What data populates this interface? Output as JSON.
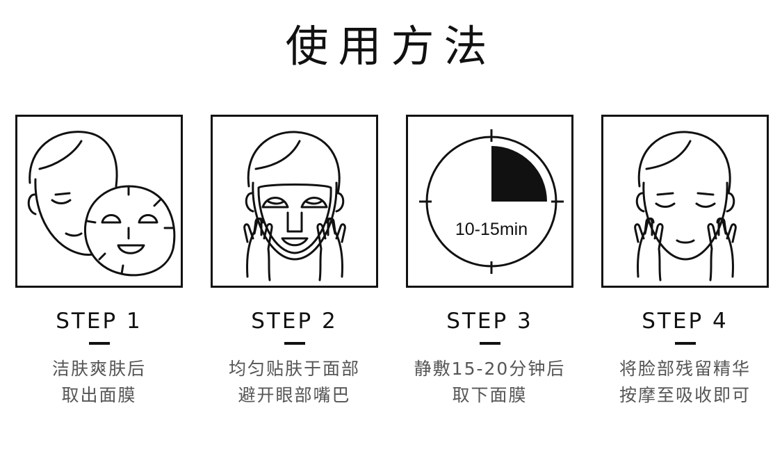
{
  "title": "使用方法",
  "steps": [
    {
      "label": "STEP 1",
      "lines": [
        "洁肤爽肤后",
        "取出面膜"
      ],
      "icon": "face-with-mask-sheet-icon"
    },
    {
      "label": "STEP 2",
      "lines": [
        "均匀贴肤于面部",
        "避开眼部嘴巴"
      ],
      "icon": "face-applying-mask-icon"
    },
    {
      "label": "STEP 3",
      "lines": [
        "静敷15-20分钟后",
        "取下面膜"
      ],
      "icon": "timer-clock-icon",
      "timer_text": "10-15min"
    },
    {
      "label": "STEP 4",
      "lines": [
        "将脸部残留精华",
        "按摩至吸收即可"
      ],
      "icon": "face-massaging-icon"
    }
  ],
  "colors": {
    "ink": "#111111",
    "caption": "#555555",
    "background": "#ffffff"
  }
}
